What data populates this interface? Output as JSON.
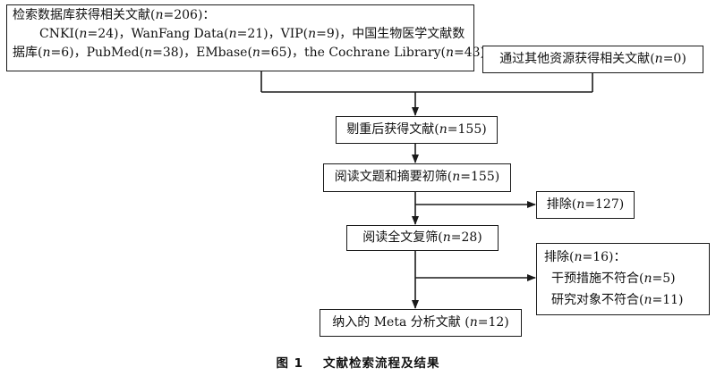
{
  "search_box": {
    "line1": "检索数据库获得相关文献(n=206)：",
    "line2": "CNKI(n=24)，WanFang Data(n=21)，VIP(n=9)，中国生物医学文献数",
    "line3": "据库(n=6)，PubMed(n=38)，EMbase(n=65)，the Cochrane Library(n=43)"
  },
  "other_sources_box": {
    "label": "通过其他资源获得相关文献(n=0)"
  },
  "dedup_box": {
    "label": "剔重后获得文献(n=155)"
  },
  "screen_box": {
    "label": "阅读文题和摘要初筛(n=155)"
  },
  "exclude1_box": {
    "label": "排除(n=127)"
  },
  "fulltext_box": {
    "label": "阅读全文复筛(n=28)"
  },
  "exclude2_box": {
    "line1": "排除(n=16)：",
    "line2": "干预措施不符合(n=5)",
    "line3": "研究对象不符合(n=11)"
  },
  "included_box": {
    "label": "纳入的 Meta 分析文献 (n=12)"
  },
  "caption": {
    "number": "图 1",
    "text": "文献检索流程及结果"
  }
}
